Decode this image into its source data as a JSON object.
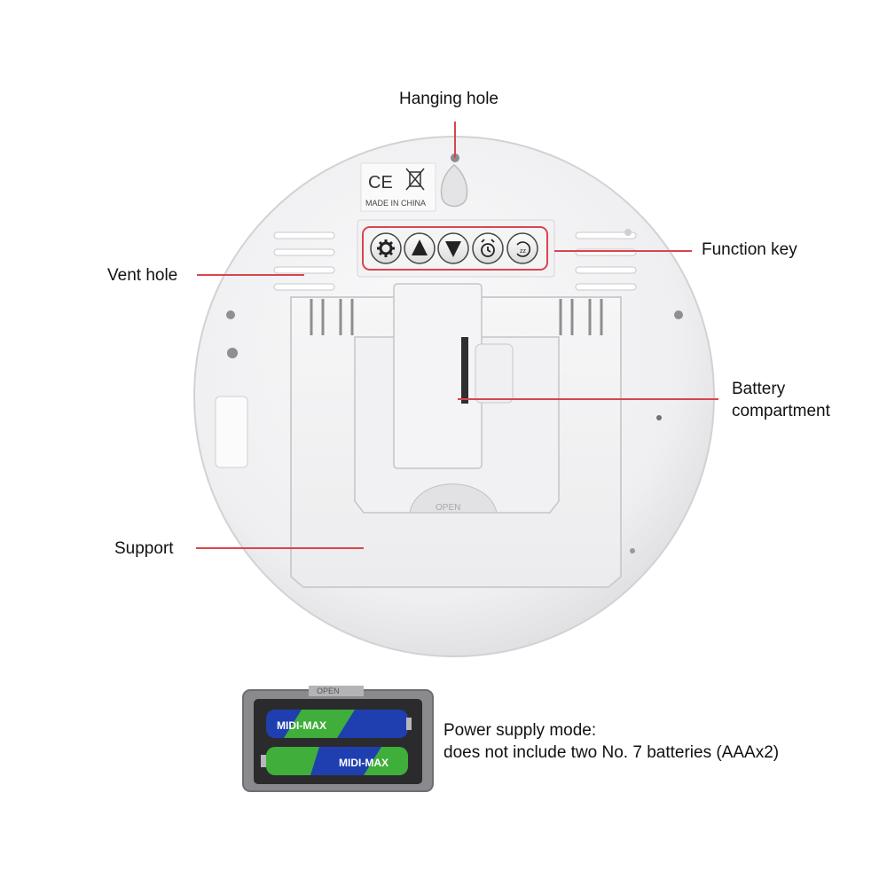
{
  "labels": {
    "hanging_hole": "Hanging hole",
    "function_key": "Function key",
    "vent_hole": "Vent hole",
    "battery_compartment_line1": "Battery",
    "battery_compartment_line2": "compartment",
    "support": "Support"
  },
  "device": {
    "markings": {
      "ce": "CE",
      "made_in": "MADE IN CHINA",
      "open": "OPEN"
    },
    "function_buttons": [
      {
        "name": "settings",
        "icon": "gear-icon"
      },
      {
        "name": "up",
        "icon": "triangle-up-icon"
      },
      {
        "name": "down",
        "icon": "triangle-down-icon"
      },
      {
        "name": "alarm",
        "icon": "alarm-clock-icon"
      },
      {
        "name": "snooze",
        "icon": "snooze-icon"
      }
    ]
  },
  "battery_inset": {
    "brand": "MIDI-MAX",
    "open": "OPEN",
    "caption_line1": "Power supply mode:",
    "caption_line2": "does not include two No. 7 batteries (AAAx2)"
  },
  "colors": {
    "leader_line": "#d9454e",
    "highlight_box": "#d9454e",
    "device_body": "#f3f3f4",
    "battery_blue": "#1f3fb0",
    "battery_green": "#3fae3a"
  }
}
